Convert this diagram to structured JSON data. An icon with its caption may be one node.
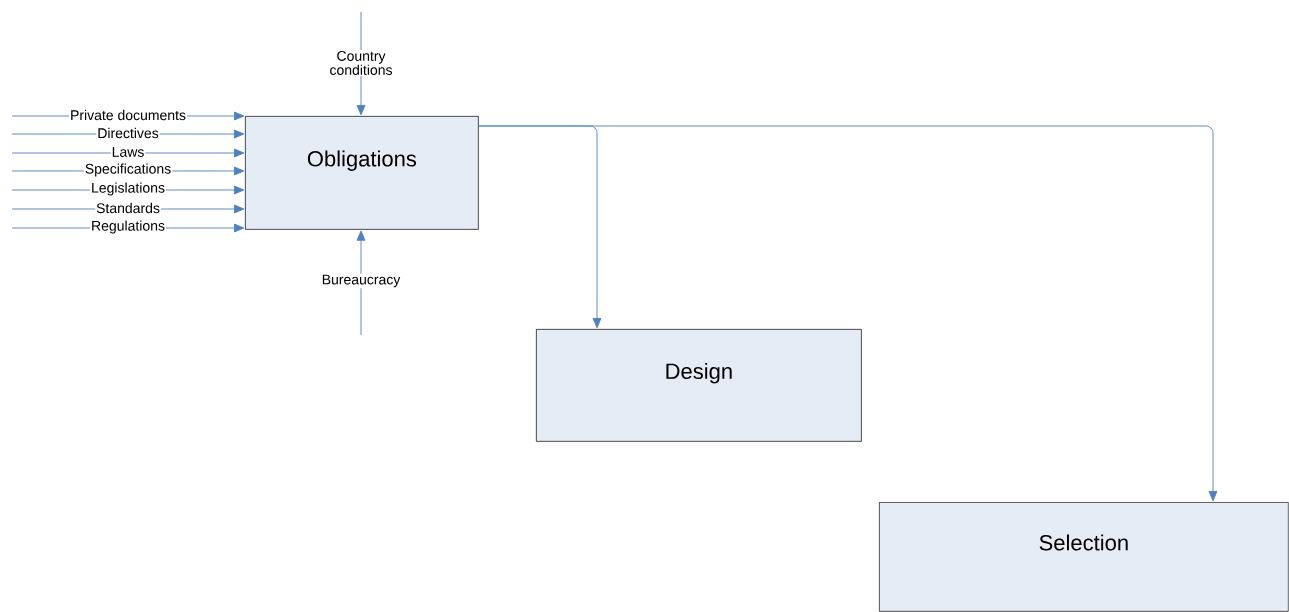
{
  "diagram": {
    "nodes": [
      {
        "text": [
          "Obligations"
        ]
      },
      {
        "text": [
          "Design"
        ]
      },
      {
        "text": [
          "Selection"
        ]
      }
    ],
    "edges": [
      {
        "from": null,
        "to": 0,
        "arrow": "to",
        "label": "Private documents"
      },
      {
        "from": null,
        "to": 0,
        "arrow": "to",
        "label": "Directives"
      },
      {
        "from": null,
        "to": 0,
        "arrow": "to",
        "label": "Laws"
      },
      {
        "from": null,
        "to": 0,
        "arrow": "to",
        "label": "Specifications"
      },
      {
        "from": null,
        "to": 0,
        "arrow": "to",
        "label": "Legislations"
      },
      {
        "from": null,
        "to": 0,
        "arrow": "to",
        "label": "Standards"
      },
      {
        "from": null,
        "to": 0,
        "arrow": "to",
        "label": "Regulations"
      },
      {
        "from": null,
        "to": 0,
        "arrow": "to",
        "label": "Country conditions"
      },
      {
        "from": null,
        "to": 0,
        "arrow": "to",
        "label": "Bureaucracy"
      },
      {
        "from": 0,
        "to": 1,
        "arrow": "to"
      },
      {
        "from": 0,
        "to": 2,
        "arrow": "to"
      }
    ]
  }
}
